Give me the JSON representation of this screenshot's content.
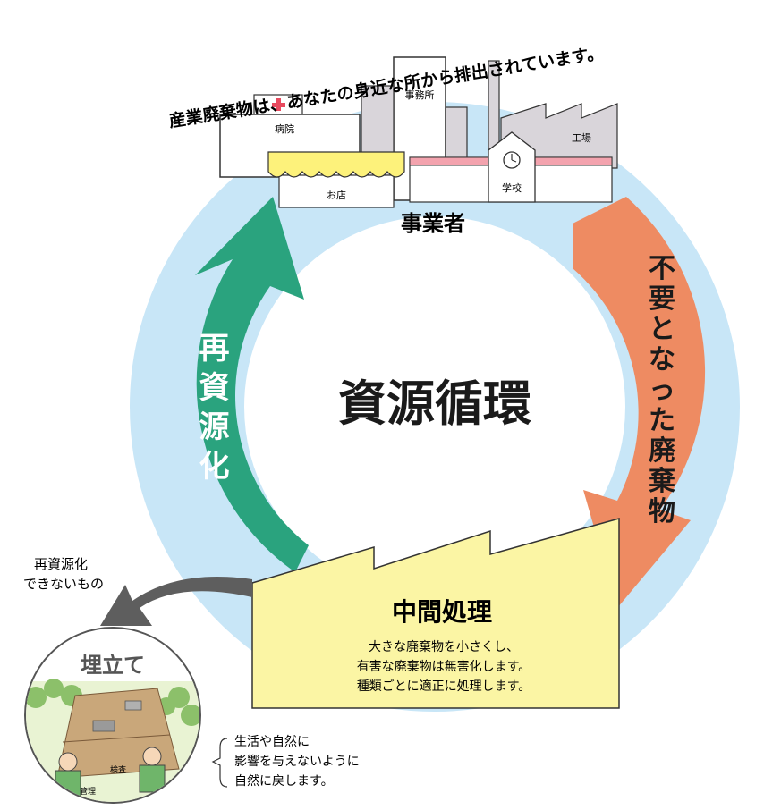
{
  "header_text": "産業廃棄物は、あなたの身近な所から排出されています。",
  "center_title": "資源循環",
  "businesses_label": "事業者",
  "buildings": {
    "hospital": "病院",
    "shop": "お店",
    "office": "事務所",
    "school": "学校",
    "factory": "工場"
  },
  "arrows": {
    "waste": "不要となった廃棄物",
    "recycle": "再資源化",
    "landfill_caption_line1": "再資源化",
    "landfill_caption_line2": "できないもの"
  },
  "processing": {
    "title": "中間処理",
    "lines": [
      "大きな廃棄物を小さくし、",
      "有害な廃棄物は無害化します。",
      "種類ごとに適正に処理します。"
    ]
  },
  "landfill": {
    "title": "埋立て",
    "sign_inspection": "検査",
    "sign_management": "管理",
    "note_lines": [
      "生活や自然に",
      "影響を与えないように",
      "自然に戻します。"
    ]
  },
  "colors": {
    "ring": "#c8e6f7",
    "recycle_arrow": "#2aa37e",
    "waste_arrow": "#ee8b62",
    "processing_fill": "#fbf5a4",
    "landfill_arrow": "#5e5e5e",
    "awning": "#fdf27b",
    "stripe": "#f3a3ae",
    "gray_building": "#d9d5da"
  }
}
